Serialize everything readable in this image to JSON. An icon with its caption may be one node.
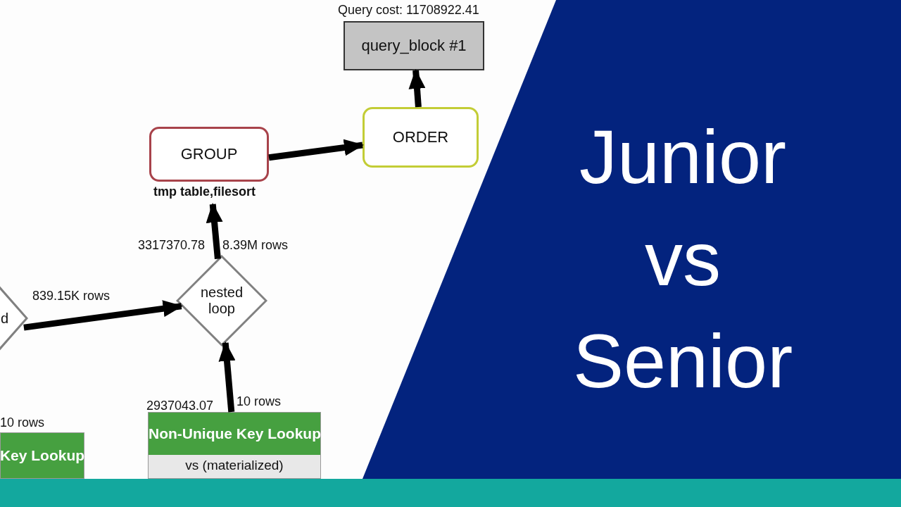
{
  "diagram": {
    "title": "Junior vs Senior",
    "nodes": [
      {
        "text": [
          "query_block #1"
        ],
        "beside": [
          "Query cost: 11708922.41"
        ]
      },
      {
        "text": [
          "ORDER"
        ]
      },
      {
        "text": [
          "GROUP"
        ],
        "beside": [
          "tmp table,filesort"
        ]
      },
      {
        "text": [
          "nested loop"
        ],
        "beside": [
          "3317370.78"
        ]
      },
      {
        "text": [
          "d"
        ]
      },
      {
        "text": [
          "Key Lookup"
        ],
        "beside": [
          "10 rows"
        ]
      },
      {
        "text": [
          "Non-Unique Key Lookup",
          "vs (materialized)"
        ],
        "beside": [
          "2937043.07"
        ]
      }
    ],
    "edges": [
      {
        "from": 2,
        "to": 1,
        "arrow": "to"
      },
      {
        "from": 1,
        "to": 0,
        "arrow": "to"
      },
      {
        "from": 3,
        "to": 2,
        "arrow": "to",
        "label": "8.39M rows"
      },
      {
        "from": 4,
        "to": 3,
        "arrow": "to",
        "label": "839.15K rows"
      },
      {
        "from": 6,
        "to": 3,
        "arrow": "to",
        "label": "10 rows"
      }
    ]
  }
}
